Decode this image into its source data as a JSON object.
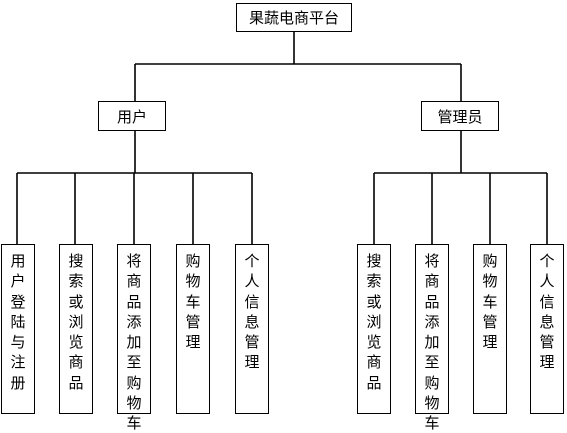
{
  "root": {
    "label": "果蔬电商平台"
  },
  "branches": [
    {
      "label": "用户",
      "children": [
        "用户登陆与注册",
        "搜索或浏览商品",
        "将商品添加至购物车",
        "购物车管理",
        "个人信息管理"
      ]
    },
    {
      "label": "管理员",
      "children": [
        "搜索或浏览商品",
        "将商品添加至购物车",
        "购物车管理",
        "个人信息管理"
      ]
    }
  ]
}
